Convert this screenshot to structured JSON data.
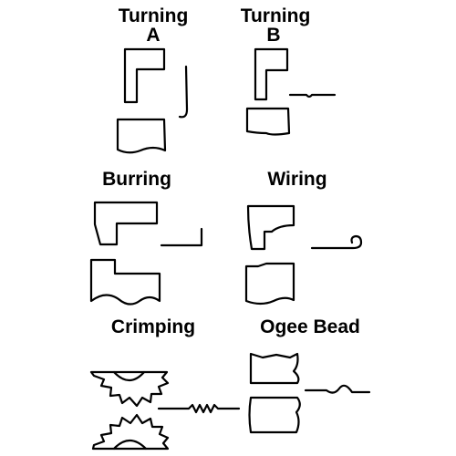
{
  "diagram": {
    "sections": [
      {
        "id": "turning-a",
        "title": "Turning",
        "subtitle": "A"
      },
      {
        "id": "turning-b",
        "title": "Turning",
        "subtitle": "B"
      },
      {
        "id": "burring",
        "title": "Burring",
        "subtitle": ""
      },
      {
        "id": "wiring",
        "title": "Wiring",
        "subtitle": ""
      },
      {
        "id": "crimping",
        "title": "Crimping",
        "subtitle": ""
      },
      {
        "id": "ogee-bead",
        "title": "Ogee Bead",
        "subtitle": ""
      }
    ]
  }
}
